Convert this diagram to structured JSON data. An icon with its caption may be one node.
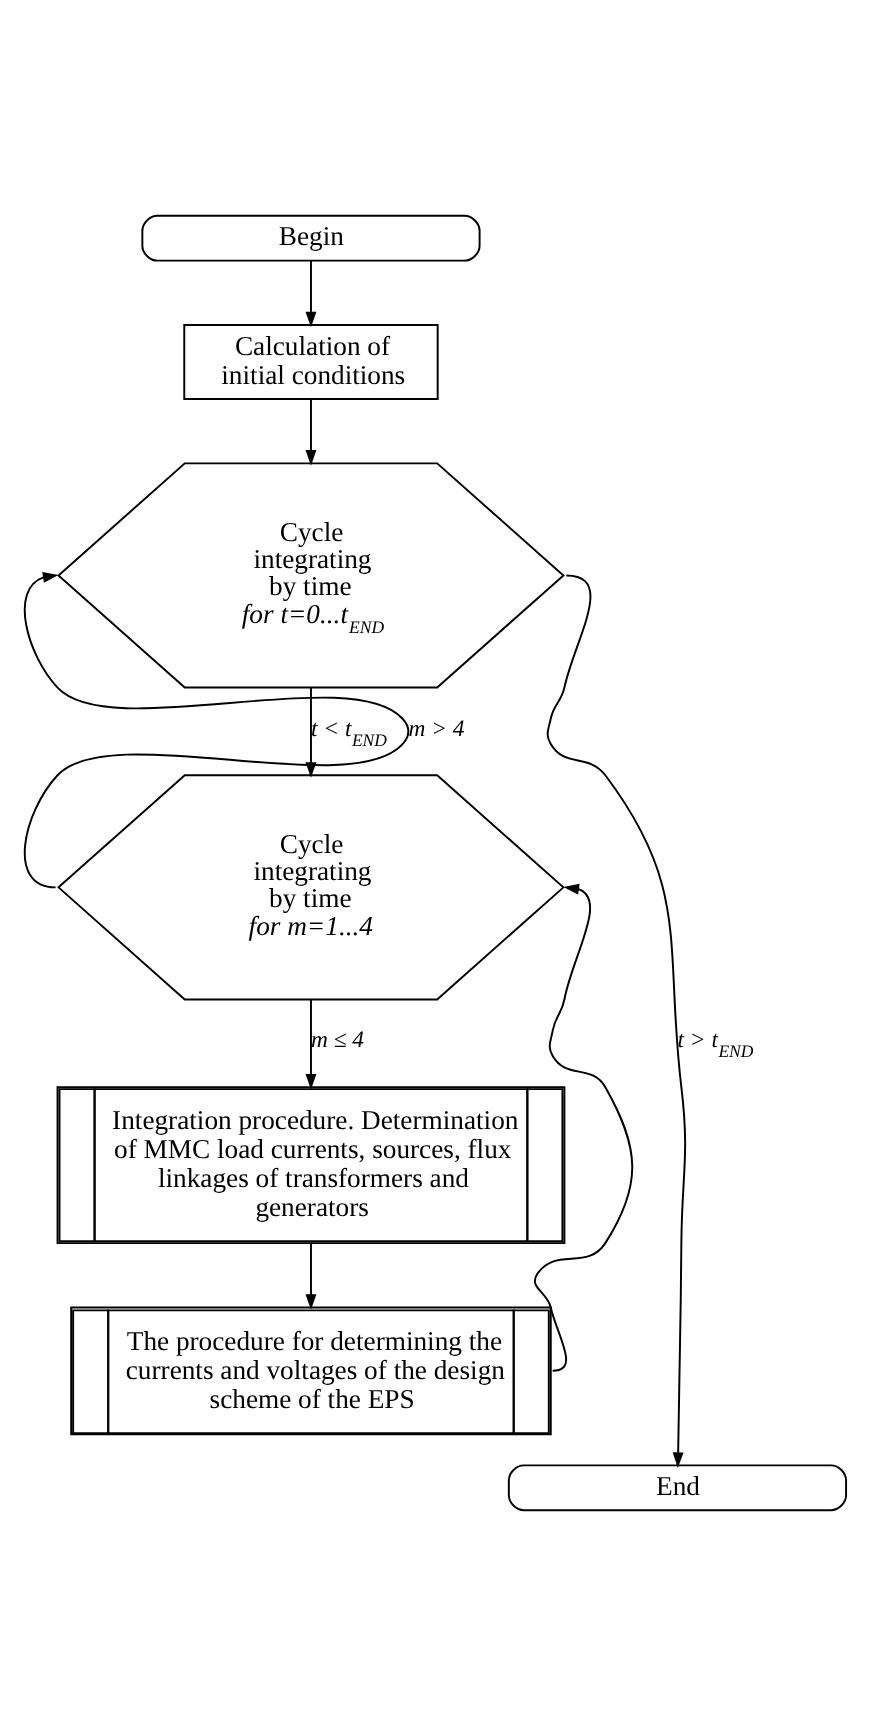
{
  "diagram": {
    "nodes": [
      {
        "text": [
          "Begin"
        ]
      },
      {
        "text": [
          "Calculation of initial conditions"
        ]
      },
      {
        "text": [
          "Cycle integrating by time",
          "for t=0...t$_{END}$"
        ]
      },
      {
        "text": [
          "Cycle integrating by time",
          "for m=1...4"
        ]
      },
      {
        "text": [
          "Integration procedure. Determination of MMC load currents, sources, flux linkages of transformers and generators"
        ]
      },
      {
        "text": [
          "The procedure for determining the currents and voltages of the design scheme of the EPS"
        ]
      },
      {
        "text": [
          "End"
        ]
      }
    ],
    "edges": [
      {
        "from": 0,
        "to": 1,
        "arrow": "to"
      },
      {
        "from": 1,
        "to": 2,
        "arrow": "to"
      },
      {
        "from": 2,
        "to": 3,
        "arrow": "to",
        "label": "t < t$_{END}$"
      },
      {
        "from": 3,
        "to": 2,
        "arrow": "to",
        "label": "m > 4"
      },
      {
        "from": 3,
        "to": 4,
        "arrow": "to",
        "label": "m ≤ 4"
      },
      {
        "from": 4,
        "to": 5,
        "arrow": "to"
      },
      {
        "from": 5,
        "to": 3,
        "arrow": "to"
      },
      {
        "from": 2,
        "to": 6,
        "arrow": "to",
        "label": "t > t$_{END}$"
      }
    ]
  }
}
